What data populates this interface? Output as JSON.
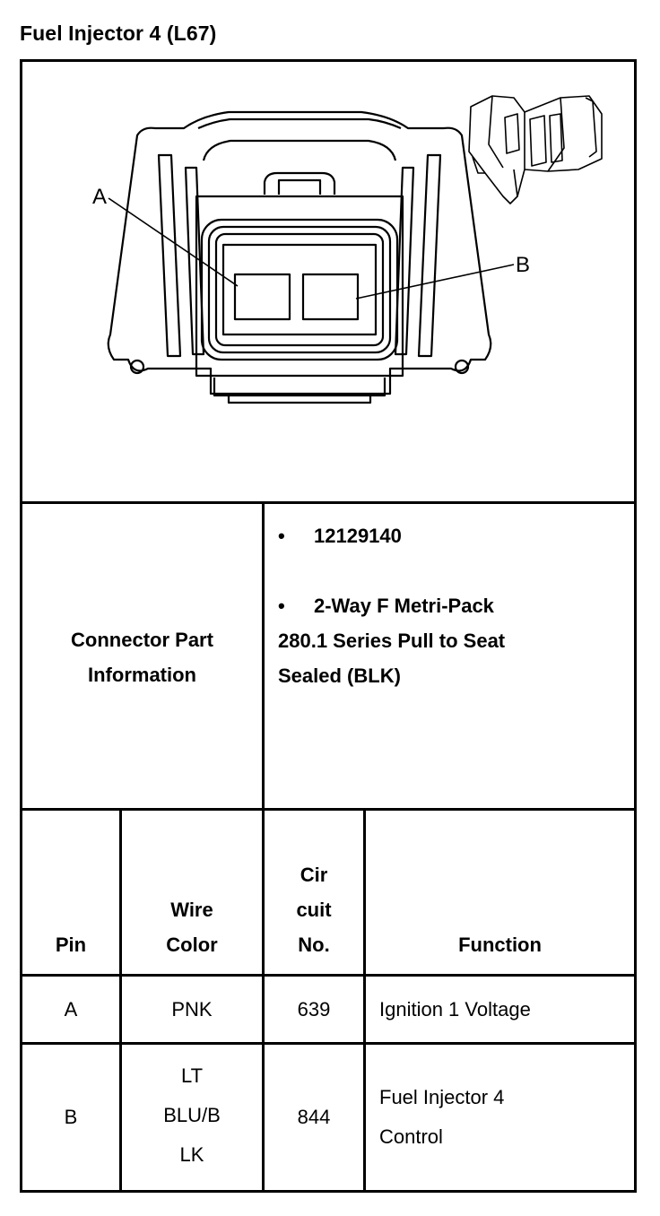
{
  "title": "Fuel Injector 4 (L67)",
  "diagram": {
    "pin_labels": [
      "A",
      "B"
    ]
  },
  "connector_info": {
    "label_line1": "Connector Part",
    "label_line2": "Information",
    "bullet": "•",
    "part_number": "12129140",
    "desc_line1": "2-Way F Metri-Pack",
    "desc_line2": "280.1 Series Pull to Seat",
    "desc_line3": "Sealed (BLK)"
  },
  "pin_table": {
    "headers": {
      "pin": "Pin",
      "wire_color_line1": "Wire",
      "wire_color_line2": "Color",
      "circuit_line1": "Cir",
      "circuit_line2": "cuit",
      "circuit_line3": "No.",
      "function": "Function"
    },
    "rows": [
      {
        "pin": "A",
        "wire_color": [
          "PNK"
        ],
        "circuit": "639",
        "function": [
          "Ignition 1 Voltage"
        ]
      },
      {
        "pin": "B",
        "wire_color": [
          "LT",
          "BLU/B",
          "LK"
        ],
        "circuit": "844",
        "function": [
          "Fuel Injector 4",
          "Control"
        ]
      }
    ]
  }
}
